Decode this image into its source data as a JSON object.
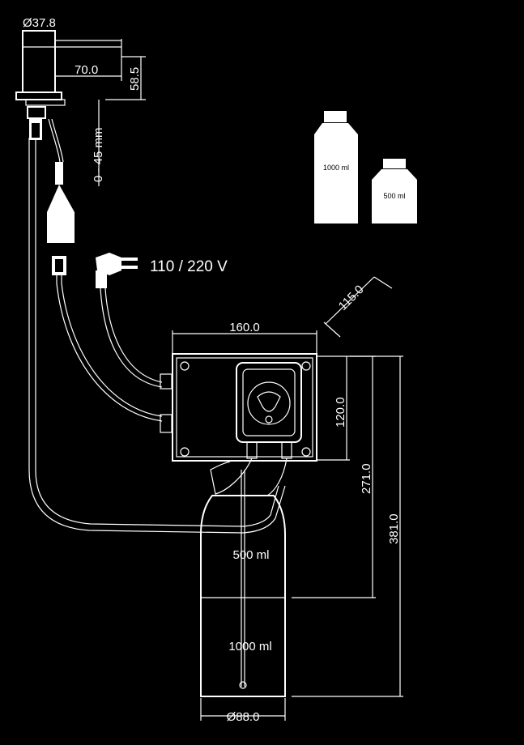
{
  "dimensions": {
    "dispenser_diameter": "Ø37.8",
    "spout_length": "70.0",
    "dispenser_height": "58.5",
    "counter_thickness": "0 - 45 mm",
    "box_width": "160.0",
    "box_depth": "115.0",
    "box_height": "120.0",
    "height_small_bottle": "271.0",
    "height_large_bottle": "381.0",
    "bottle_diameter": "Ø88.0"
  },
  "labels": {
    "power_supply": "110 / 220 V",
    "bottle_large_small_icon": "1000 ml",
    "bottle_small_small_icon": "500 ml",
    "tank_upper": "500 ml",
    "tank_lower": "1000 ml"
  }
}
